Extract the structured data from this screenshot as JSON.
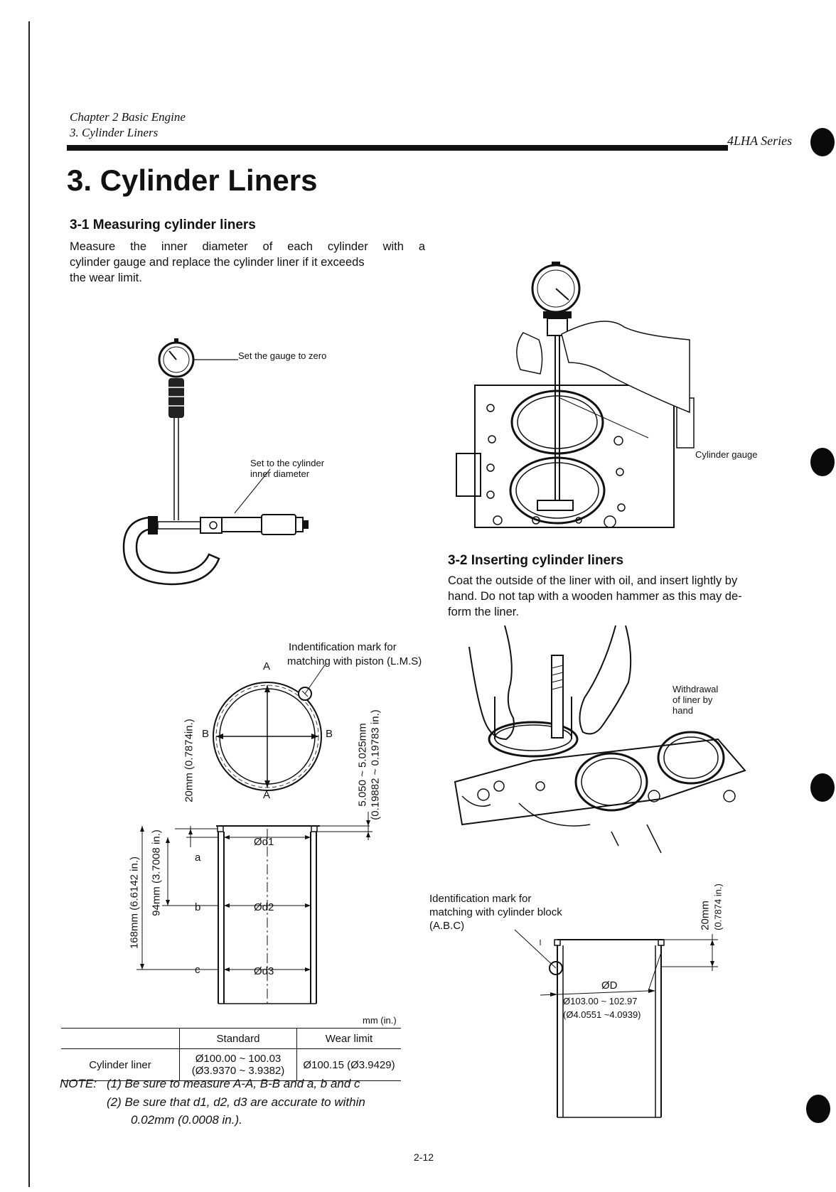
{
  "header": {
    "chapter": "Chapter 2 Basic Engine",
    "section": "3. Cylinder Liners",
    "series": "4LHA Series"
  },
  "title": "3. Cylinder Liners",
  "s1": {
    "heading": "3-1 Measuring cylinder liners",
    "lines": [
      "Measure the inner diameter of each cylinder with a",
      "cylinder gauge and replace the cylinder liner if it exceeds",
      "the wear limit."
    ]
  },
  "fig_gauge": {
    "zero_label": "Set the gauge to zero",
    "bore_line1": "Set to the cylinder",
    "bore_line2": "inner diameter"
  },
  "fig_cyl_gauge": {
    "label": "Cylinder gauge"
  },
  "s2": {
    "heading": "3-2 Inserting cylinder liners",
    "lines": [
      "Coat the outside of the liner with oil, and insert lightly by",
      "hand. Do not tap with a wooden hammer as this may de-",
      "form the liner."
    ]
  },
  "fig_liner": {
    "mark_line1": "Indentification mark for",
    "mark_line2": "matching with piston (L.M.S)",
    "A": "A",
    "B": "B",
    "dim_20": "20mm (0.7874in.)",
    "dim_94": "94mm (3.7008 in.)",
    "dim_168": "168mm (6.6142 in.)",
    "dim_flange": "5.050 ~ 5.025mm",
    "dim_flange_in": "(0.19882 ~ 0.19783 in.)",
    "a": "a",
    "b": "b",
    "c": "c",
    "d1": "Ød1",
    "d2": "Ød2",
    "d3": "Ød3"
  },
  "fig_withdraw": {
    "line1": "Withdrawal",
    "line2": "of liner by",
    "line3": "hand"
  },
  "fig_block_mark": {
    "line1": "Identification mark for",
    "line2": "matching with cylinder block",
    "line3": "(A.B.C)",
    "od": "ØD",
    "od_mm": "Ø103.00 ~ 102.97",
    "od_in": "(Ø4.0551 ~4.0939)",
    "dim_20": "20mm",
    "dim_20_in": "(0.7874 in.)"
  },
  "spec_table": {
    "unit": "mm (in.)",
    "col_standard": "Standard",
    "col_wear": "Wear limit",
    "row_label": "Cylinder liner",
    "std_mm": "Ø100.00 ~ 100.03",
    "std_in": "(Ø3.9370 ~ 3.9382)",
    "wear": "Ø100.15 (Ø3.9429)"
  },
  "notes": {
    "label": "NOTE:",
    "n1": "(1)  Be sure to measure A-A, B-B and a, b and c",
    "n2": "(2)  Be sure that d1, d2, d3 are accurate to within",
    "n2b": "0.02mm (0.0008 in.)."
  },
  "page_number": "2-12"
}
